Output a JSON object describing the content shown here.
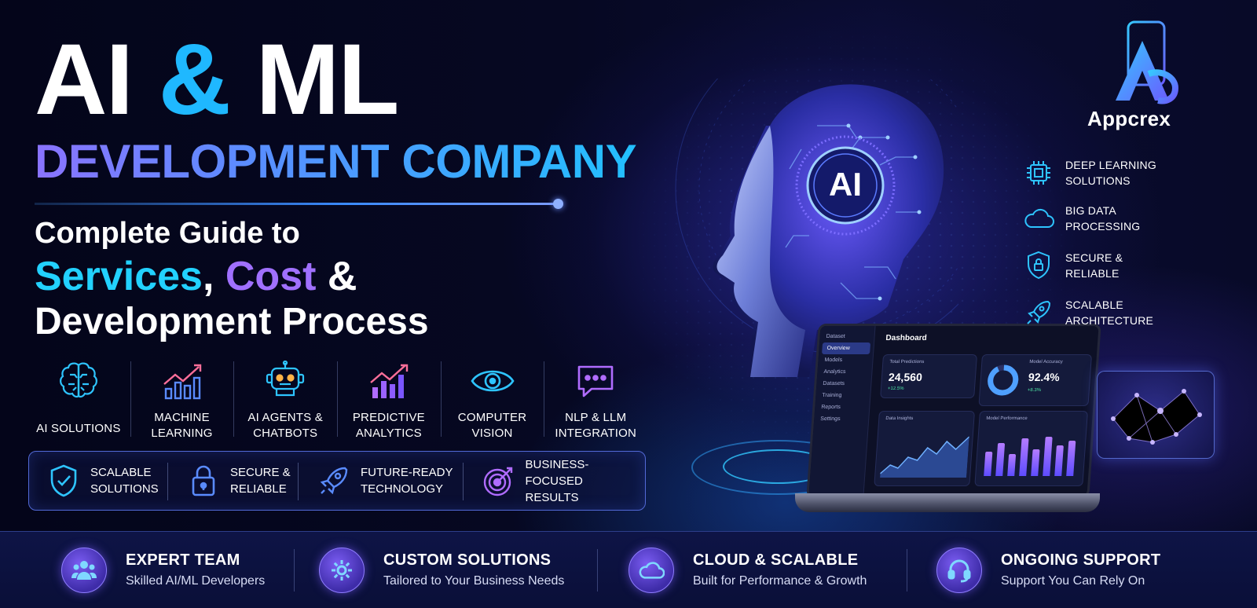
{
  "hero": {
    "title_part1": "AI ",
    "title_amp": "&",
    "title_part2": " ML",
    "subtitle": "DEVELOPMENT COMPANY",
    "guide_line1": "Complete Guide to",
    "guide_services": "Services",
    "guide_comma": ", ",
    "guide_cost": "Cost",
    "guide_amp": " &",
    "guide_line3": "Development Process"
  },
  "services": [
    {
      "icon": "brain-icon",
      "label": "AI SOLUTIONS"
    },
    {
      "icon": "growth-chart-icon",
      "label": "MACHINE\nLEARNING"
    },
    {
      "icon": "robot-icon",
      "label": "AI AGENTS &\nCHATBOTS"
    },
    {
      "icon": "bar-chart-icon",
      "label": "PREDICTIVE\nANALYTICS"
    },
    {
      "icon": "eye-icon",
      "label": "COMPUTER\nVISION"
    },
    {
      "icon": "chat-bubble-icon",
      "label": "NLP & LLM\nINTEGRATION"
    }
  ],
  "features": [
    {
      "icon": "shield-check-icon",
      "label": "SCALABLE\nSOLUTIONS"
    },
    {
      "icon": "padlock-icon",
      "label": "SECURE &\nRELIABLE"
    },
    {
      "icon": "rocket-icon",
      "label": "FUTURE-READY\nTECHNOLOGY"
    },
    {
      "icon": "target-icon",
      "label": "BUSINESS-FOCUSED\nRESULTS"
    }
  ],
  "brand": {
    "name": "Appcrex"
  },
  "right_features": [
    {
      "icon": "chip-icon",
      "label": "DEEP LEARNING\nSOLUTIONS"
    },
    {
      "icon": "cloud-icon",
      "label": "BIG DATA\nPROCESSING"
    },
    {
      "icon": "shield-lock-icon",
      "label": "SECURE &\nRELIABLE"
    },
    {
      "icon": "rocket-icon",
      "label": "SCALABLE\nARCHITECTURE"
    }
  ],
  "ai_badge": "AI",
  "dashboard": {
    "app": "Dataset",
    "title": "Dashboard",
    "menu": [
      "Overview",
      "Models",
      "Analytics",
      "Datasets",
      "Training",
      "Reports",
      "Settings"
    ],
    "kpi1_label": "Total Predictions",
    "kpi1_value": "24,560",
    "kpi1_delta": "+12.5%",
    "kpi2_label": "Model Accuracy",
    "kpi2_value": "92.4%",
    "kpi2_delta": "+8.3%",
    "chart1_title": "Data Insights",
    "chart2_title": "Model Performance",
    "bars": [
      0.55,
      0.75,
      0.5,
      0.85,
      0.6,
      0.9,
      0.7,
      0.8
    ]
  },
  "bottom": [
    {
      "icon": "team-icon",
      "title": "EXPERT TEAM",
      "sub": "Skilled AI/ML Developers"
    },
    {
      "icon": "gear-icon",
      "title": "CUSTOM SOLUTIONS",
      "sub": "Tailored to Your Business Needs"
    },
    {
      "icon": "cloud-icon",
      "title": "CLOUD & SCALABLE",
      "sub": "Built for Performance & Growth"
    },
    {
      "icon": "headset-icon",
      "title": "ONGOING SUPPORT",
      "sub": "Support You Can Rely On"
    }
  ],
  "colors": {
    "accent_cyan": "#1fb8ff",
    "accent_purple": "#a070ff",
    "bg": "#05061a"
  }
}
